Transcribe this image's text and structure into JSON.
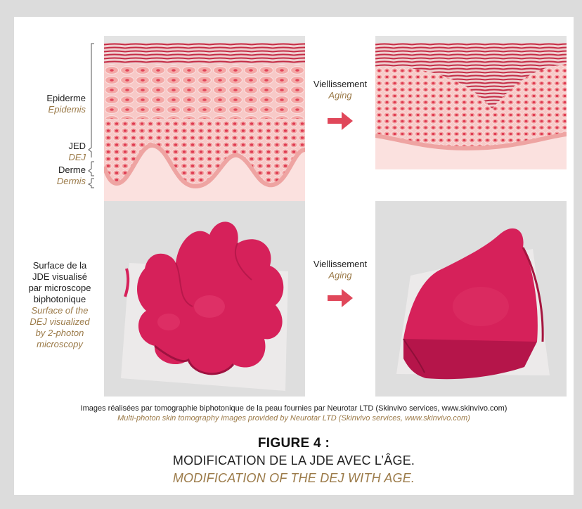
{
  "top_row": {
    "epidermis_fr": "Epiderme",
    "epidermis_en": "Epidemis",
    "jed_fr": "JED",
    "dej_en": "DEJ",
    "dermis_fr": "Derme",
    "dermis_en": "Dermis",
    "aging_fr": "Viellissement",
    "aging_en": "Aging"
  },
  "bottom_row": {
    "surface_fr_1": "Surface de la",
    "surface_fr_2": "JDE visualisé",
    "surface_fr_3": "par microscope",
    "surface_fr_4": "biphotonique",
    "surface_en_1": "Surface of the",
    "surface_en_2": "DEJ visualized",
    "surface_en_3": "by 2-photon",
    "surface_en_4": "microscopy",
    "aging_fr": "Viellissement",
    "aging_en": "Aging"
  },
  "caption": {
    "fr": "Images réalisées par tomographie biphotonique de la peau fournies par Neurotar LTD (Skinvivo services, www.skinvivo.com)",
    "en": "Multi-photon skin tomography images provided by Neurotar LTD (Skinvivo services, www.skinvivo.com)"
  },
  "figure": {
    "title": "FIGURE 4 :",
    "subtitle_fr": "MODIFICATION DE LA JDE AVEC L’ÂGE.",
    "subtitle_en": "MODIFICATION OF THE DEJ WITH AGE."
  },
  "colors": {
    "accent": "#e0475a",
    "tissue": "#f3b9b9",
    "dermis": "#fbe0df",
    "stratum": "#c83a4c",
    "surface": "#d91e57",
    "english_text": "#9b7a48",
    "frame": "#dcdcdc"
  }
}
